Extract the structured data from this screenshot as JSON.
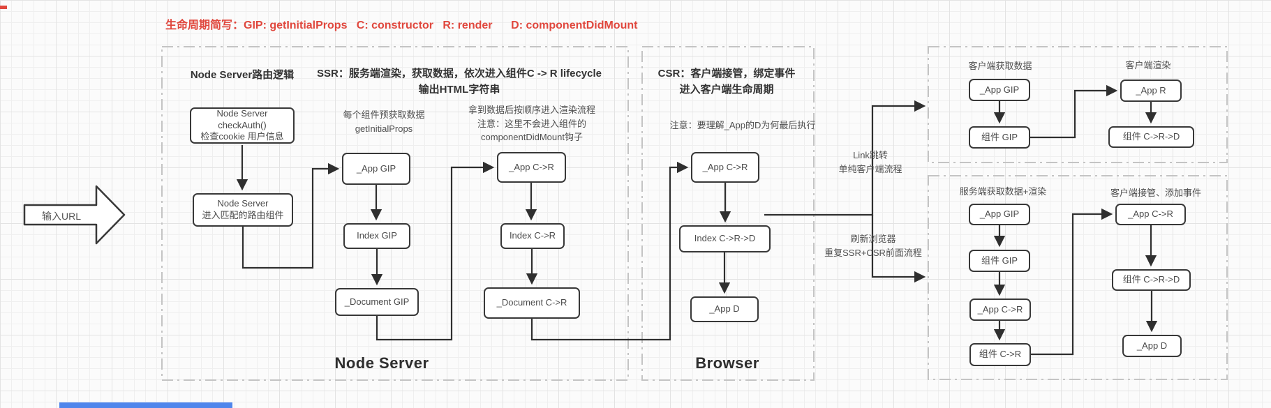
{
  "legend": {
    "text": "生命周期简写：GIP: getInitialProps   C: constructor   R: render      D: componentDidMount",
    "color": "#e0473d"
  },
  "input_arrow": {
    "label": "输入URL"
  },
  "node_server": {
    "routing_heading": "Node Server路由逻辑",
    "ssr_heading": "SSR：服务端渲染，获取数据，依次进入组件C -> R lifecycle\n输出HTML字符串",
    "gip_note": "每个组件预获取数据\ngetInitialProps",
    "render_note": "拿到数据后按顺序进入渲染流程\n注意：这里不会进入组件的\ncomponentDidMount钩子",
    "boxes": {
      "check_auth": "Node Server\ncheckAuth()\n检查cookie 用户信息",
      "route_match": "Node Server\n进入匹配的路由组件",
      "app_gip": "_App GIP",
      "index_gip": "Index GIP",
      "document_gip": "_Document GIP",
      "app_cr": "_App C->R",
      "index_cr": "Index C->R",
      "document_cr": "_Document C->R"
    },
    "footer": "Node Server"
  },
  "browser": {
    "csr_heading": "CSR：客户端接管，绑定事件\n进入客户端生命周期",
    "note": "注意：要理解_App的D为何最后执行",
    "boxes": {
      "app_cr": "_App C->R",
      "index_crd": "Index C->R->D",
      "app_d": "_App D"
    },
    "footer": "Browser"
  },
  "flow_labels": {
    "link_jump": "Link跳转\n单纯客户端流程",
    "refresh": "刷新浏览器\n重复SSR+CSR前面流程"
  },
  "client_flow_panel": {
    "fetch_heading": "客户端获取数据",
    "render_heading": "客户端渲染",
    "boxes": {
      "app_gip": "_App GIP",
      "comp_gip": "组件 GIP",
      "app_r": "_App R",
      "comp_crd": "组件 C->R->D"
    }
  },
  "ssr_csr_panel": {
    "server_heading": "服务端获取数据+渲染",
    "client_heading": "客户端接管、添加事件",
    "boxes": {
      "app_gip": "_App GIP",
      "comp_gip": "组件 GIP",
      "app_cr": "_App C->R",
      "comp_cr": "组件 C->R",
      "app_cr2": "_App C->R",
      "comp_crd": "组件 C->R->D",
      "app_d": "_App D"
    }
  },
  "colors": {
    "legend_red": "#e0473d",
    "shape_stroke": "#383838",
    "connector": "#2f2f2f",
    "panel_dash": "#c4c4c4",
    "bottom_bar_blue": "#4f86ec"
  }
}
